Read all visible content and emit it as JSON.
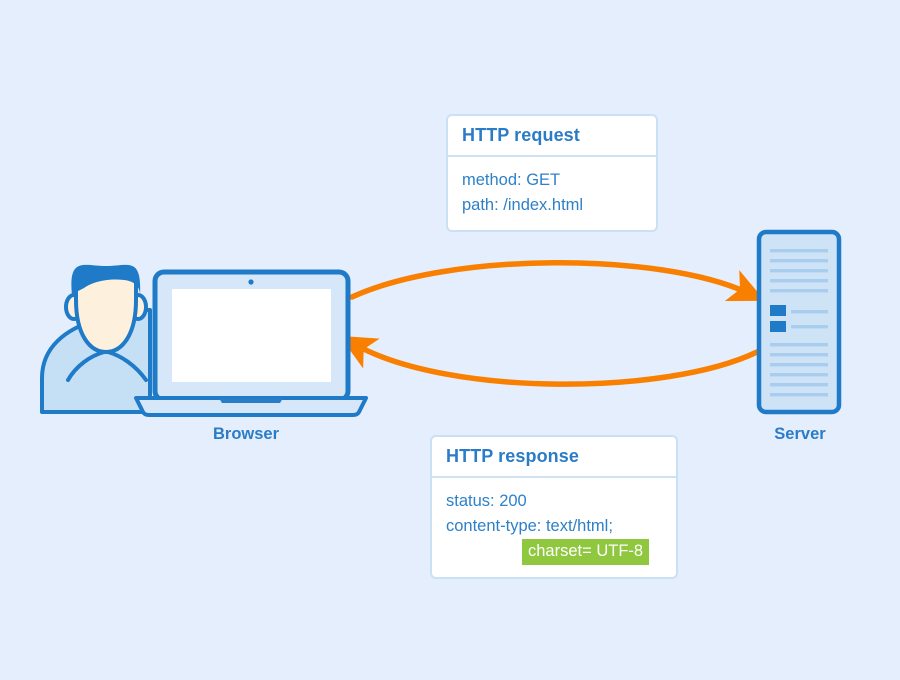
{
  "diagram": {
    "title": "HTTP request and response between Browser and Server",
    "background_color": "#e4eefc"
  },
  "colors": {
    "background": "#e4eefc",
    "blue_stroke": "#1f7ac8",
    "blue_text": "#2b7cc7",
    "light_blue_fill": "#cfe3f7",
    "pale_blue_fill": "#d6e7f9",
    "skin": "#fdf0dc",
    "arrow_orange": "#f97f00",
    "highlight_green": "#8fc73e",
    "box_border": "#c9e0f5",
    "white": "#ffffff"
  },
  "request": {
    "title": "HTTP request",
    "lines": [
      {
        "text": "method: GET",
        "indent": false,
        "highlight": false
      },
      {
        "text": "path: /index.html",
        "indent": false,
        "highlight": false
      }
    ]
  },
  "response": {
    "title": "HTTP response",
    "lines": [
      {
        "text": "status: 200",
        "indent": false,
        "highlight": false
      },
      {
        "text": "content-type: text/html;",
        "indent": false,
        "highlight": false
      },
      {
        "text": "charset= UTF-8",
        "indent": true,
        "highlight": true
      }
    ]
  },
  "nodes": {
    "browser": {
      "label": "Browser",
      "icon": "laptop-with-user-icon"
    },
    "server": {
      "label": "Server",
      "icon": "server-rack-icon",
      "indicator_count": 2
    }
  },
  "arrows": [
    {
      "name": "request-arrow",
      "direction": "browser-to-server",
      "color": "#f97f00",
      "describes": "HTTP request"
    },
    {
      "name": "response-arrow",
      "direction": "server-to-browser",
      "color": "#f97f00",
      "describes": "HTTP response"
    }
  ]
}
